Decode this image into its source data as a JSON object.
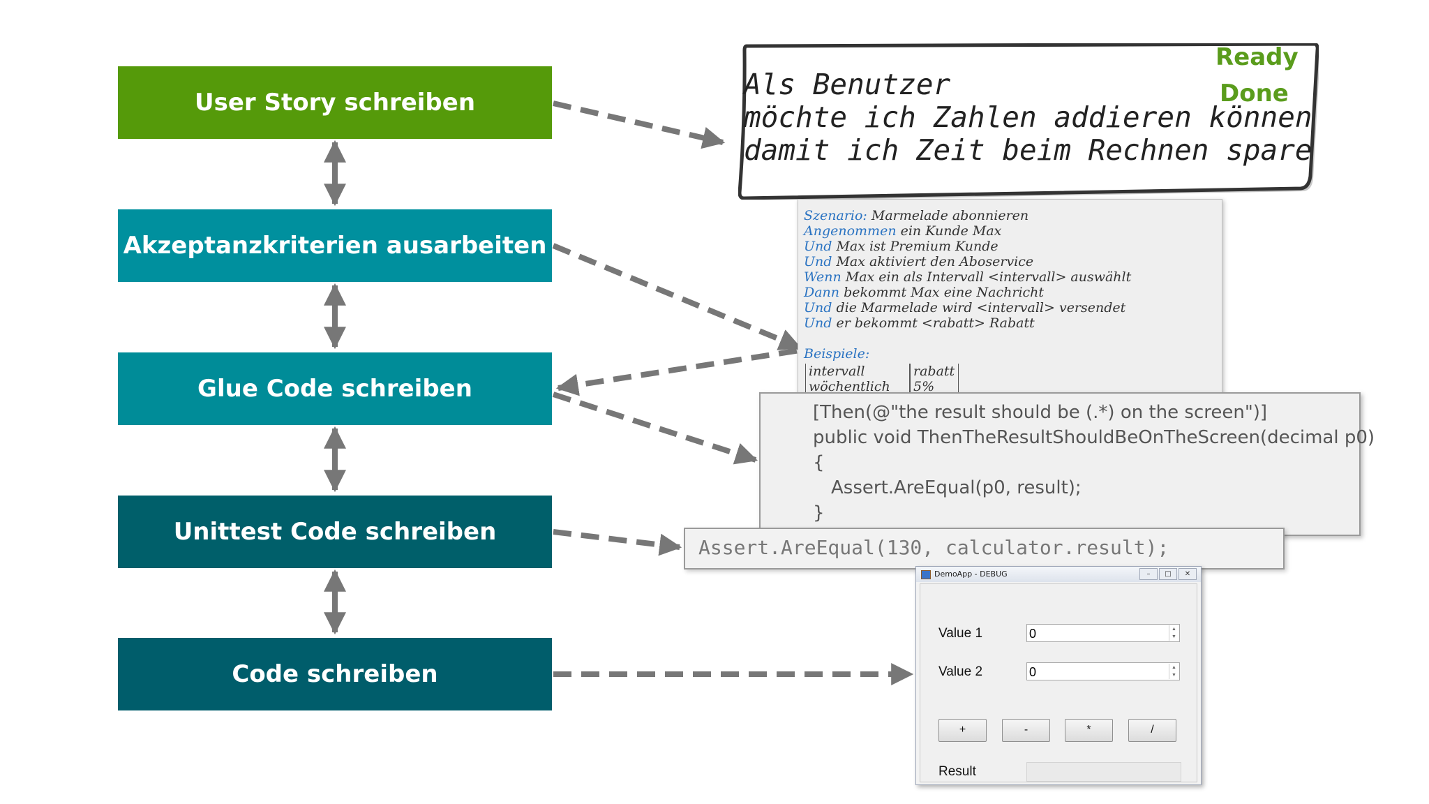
{
  "steps": [
    {
      "label": "User Story schreiben",
      "color": "#559a0a"
    },
    {
      "label": "Akzeptanzkriterien ausarbeiten",
      "color": "#00909e"
    },
    {
      "label": "Glue Code schreiben",
      "color": "#008c98"
    },
    {
      "label": "Unittest Code schreiben",
      "color": "#005f6a"
    },
    {
      "label": "Code schreiben",
      "color": "#005d6b"
    }
  ],
  "story": {
    "lines": [
      "Als Benutzer",
      "möchte ich Zahlen addieren können",
      "damit ich Zeit beim Rechnen spare"
    ],
    "status_ready": "Ready",
    "status_done": "Done"
  },
  "gherkin": {
    "lines": [
      {
        "kw": "Szenario:",
        "text": " Marmelade abonnieren"
      },
      {
        "kw": "Angenommen",
        "text": " ein Kunde Max"
      },
      {
        "kw": "Und",
        "text": " Max ist Premium Kunde"
      },
      {
        "kw": "Und",
        "text": " Max aktiviert den Aboservice"
      },
      {
        "kw": "Wenn",
        "text": " Max ein als Intervall <intervall> auswählt"
      },
      {
        "kw": "Dann",
        "text": " bekommt Max eine Nachricht"
      },
      {
        "kw": "Und",
        "text": " die Marmelade wird <intervall> versendet"
      },
      {
        "kw": "Und",
        "text": " er bekommt <rabatt> Rabatt"
      }
    ],
    "examples_kw": "Beispiele:",
    "table_headers": [
      "intervall",
      "rabatt"
    ],
    "table_rows": [
      [
        "wöchentlich",
        "5%"
      ]
    ]
  },
  "glue_code": {
    "lines": [
      "[Then(@\"the result should be (.*) on the screen\")]",
      "public void ThenTheResultShouldBeOnTheScreen(decimal p0)",
      "{",
      "    Assert.AreEqual(p0, result);",
      "}"
    ]
  },
  "unittest_code": "Assert.AreEqual(130, calculator.result);",
  "app": {
    "title": "DemoApp - DEBUG",
    "value1_label": "Value 1",
    "value1": "0",
    "value2_label": "Value 2",
    "value2": "0",
    "buttons": [
      "+",
      "-",
      "*",
      "/"
    ],
    "result_label": "Result",
    "result": ""
  }
}
